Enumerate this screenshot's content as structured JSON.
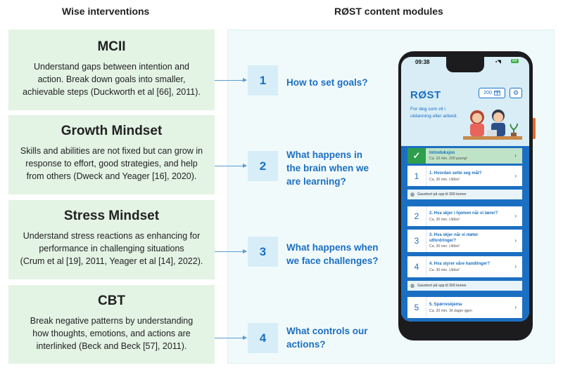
{
  "headers": {
    "left": "Wise interventions",
    "right": "RØST content modules"
  },
  "interventions": [
    {
      "title": "MCII",
      "text": [
        "Understand gaps between intention and",
        "action. Break down goals into smaller,",
        "achievable steps (Duckworth et al [66], 2011)."
      ]
    },
    {
      "title": "Growth Mindset",
      "text": [
        "Skills and abilities are not fixed but can grow in",
        "response to effort, good strategies, and help",
        "from others (Dweck and Yeager [16], 2020)."
      ]
    },
    {
      "title": "Stress Mindset",
      "text": [
        "Understand stress reactions as enhancing for",
        "performance in challenging situations",
        "(Crum et al [19], 2011, Yeager et al [14], 2022)."
      ]
    },
    {
      "title": "CBT",
      "text": [
        "Break negative patterns by understanding",
        "how thoughts, emotions, and actions are",
        "interlinked (Beck and Beck [57], 2011)."
      ]
    }
  ],
  "modules": [
    {
      "number": "1",
      "lines": [
        "How to set goals?"
      ]
    },
    {
      "number": "2",
      "lines": [
        "What happens in",
        "the brain when we",
        "are learning?"
      ]
    },
    {
      "number": "3",
      "lines": [
        "What happens when",
        "we face challenges?"
      ]
    },
    {
      "number": "4",
      "lines": [
        "What controls our",
        "actions?"
      ]
    }
  ],
  "phone": {
    "time": "09:38",
    "battery": "84",
    "app_title": "RØST",
    "subtitle": [
      "For deg som vil i",
      "utdanning eller arbeid."
    ],
    "points": "200",
    "settings_icon": "gear-icon",
    "intro": {
      "title": "Introduksjon",
      "meta": "Ca. 10 min.",
      "meta_em": "200 poeng!"
    },
    "items": [
      {
        "number": "1",
        "title": [
          "1. Hvordan sette seg mål?"
        ],
        "meta": "Ca. 30 min.",
        "meta_em": "Utlåst!"
      },
      {
        "number": "2",
        "title": [
          "2. Hva skjer i hjemen når vi lærer?"
        ],
        "meta": "Ca. 30 min.",
        "meta_em": "Utlåst!"
      },
      {
        "number": "3",
        "title": [
          "3. Hva skjer når vi møter",
          "utfordringer?"
        ],
        "meta": "Ca. 30 min.",
        "meta_em": "Utlåst!"
      },
      {
        "number": "4",
        "title": [
          "4. Hva styrer våre handlinger?"
        ],
        "meta": "Ca. 30 min.",
        "meta_em": "Utlåst!"
      },
      {
        "number": "5",
        "title": [
          "5. Spørreskjema"
        ],
        "meta": "Ca. 20 min.",
        "meta_em": "36 dager igjen"
      }
    ],
    "gift_text": "Gavekort på opp til 300 kroner"
  },
  "colors": {
    "accent": "#1b6fc2",
    "left_box": "#e3f3e4",
    "number_box": "#d7eef8"
  }
}
